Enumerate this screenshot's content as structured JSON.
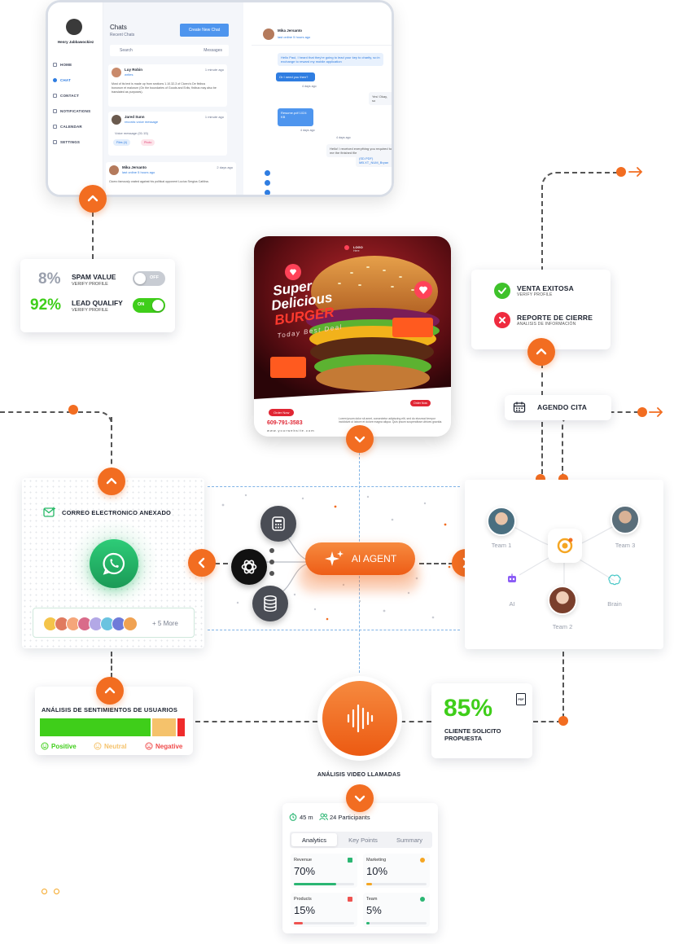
{
  "chat_app": {
    "user_name": "Henry Jabbawockiez",
    "nav": [
      "HOME",
      "CHAT",
      "CONTACT",
      "NOTIFICATIONS",
      "CALENDAR",
      "SETTINGS"
    ],
    "list_title": "Chats",
    "list_subtitle": "Recent Chats",
    "new_chat_button": "Create New Chat",
    "search_placeholder": "Search",
    "filter_label": "Messages",
    "chats": [
      {
        "name": "Luy Robin",
        "time": "1 minute ago",
        "sub": "writes",
        "preview": "Most of its text is made up from sections 1.10.32-3 of Cicero's De finibus bonorum et malorum (On the boundaries of Goods and Evils; finibus may also be translated as purposes)."
      },
      {
        "name": "Jared Sunn",
        "time": "1 minute ago",
        "sub": "records voice message",
        "preview": "Voice message (01:15)",
        "tags": [
          "Files (4)",
          "Photo"
        ]
      },
      {
        "name": "Mika Jersanto",
        "time": "2 days ago",
        "sub": "last online 5 hours ago",
        "preview": "Cicero famously orated against his political opponent Lucius Sergius Catilina."
      }
    ],
    "conversation": {
      "name": "Mika Jersanto",
      "status": "last online 5 hours ago",
      "messages": [
        {
          "text": "Hello Paul, I heard that they're going to lead your key to charity, so in exchange to reward my mobile application",
          "side": "in"
        },
        {
          "text": "Or I need you then?",
          "side": "out",
          "time": "4 days ago"
        },
        {
          "text": "Yes! Okay, so",
          "side": "in-right"
        },
        {
          "text": "Resume.pdf 1024 KB",
          "side": "file",
          "time": "4 days ago"
        },
        {
          "text": "Hello! I received everything you required to me the finished file",
          "side": "in-right",
          "time": "4 days ago"
        },
        {
          "text": "(SD.PDF) MB.XT_NUM_Bryan",
          "side": "file-right"
        }
      ]
    }
  },
  "spam_card": {
    "spam_value": "8%",
    "spam_label": "SPAM VALUE",
    "spam_sub": "VERIFY PROFILE",
    "spam_toggle": "OFF",
    "lead_value": "92%",
    "lead_label": "LEAD QUALIFY",
    "lead_sub": "VERIFY PROFILE",
    "lead_toggle": "ON"
  },
  "burger_ad": {
    "logo_line1": "LOGO",
    "logo_line2": "Here",
    "title1": "Super",
    "title2": "Delicious",
    "title3": "BURGER",
    "tagline": "Today Best Deal",
    "order_button": "Order Now",
    "phone": "609-791-3583",
    "website": "www.yourwebsite.com",
    "order_badge": "Order Now",
    "body_text": "Lorem ipsum dolor sit amet, consectetur adipiscing elit, sed do eiusmod tempor incididunt ut labore et dolore magna aliqua. Quis ipsum suspendisse ultrices gravida."
  },
  "venta_card": {
    "item1_title": "VENTA EXITOSA",
    "item1_sub": "VERIFY PROFILE",
    "item2_title": "REPORTE DE CIERRE",
    "item2_sub": "ANALISIS DE INFORMACIÓN"
  },
  "agenda_label": "AGENDO CITA",
  "whatsapp_card": {
    "title": "CORREO ELECTRONICO ANEXADO",
    "more_label": "+ 5 More"
  },
  "ai_agent_label": "AI AGENT",
  "team_card": {
    "team1": "Team 1",
    "team2": "Team 2",
    "team3": "Team 3",
    "ai": "AI",
    "brain": "Brain"
  },
  "sentiment": {
    "title": "ANÁLISIS DE SENTIMIENTOS DE USUARIOS",
    "positive": "Positive",
    "neutral": "Neutral",
    "negative": "Negative",
    "positive_share": 0.78,
    "neutral_share": 0.17,
    "negative_share": 0.05
  },
  "voice_label": "ANÁLISIS VIDEO LLAMADAS",
  "proposal": {
    "value": "85%",
    "label": "CLIENTE SOLICITO PROPUESTA",
    "file_icon_label": "PDF"
  },
  "analytics": {
    "duration": "45 m",
    "participants": "24 Participants",
    "tabs": [
      "Analytics",
      "Key Points",
      "Summary"
    ],
    "tiles": [
      {
        "label": "Revenue",
        "value": "70%",
        "fill": 0.7,
        "color": "#2bb673"
      },
      {
        "label": "Marketing",
        "value": "10%",
        "fill": 0.1,
        "color": "#f5a623"
      },
      {
        "label": "Products",
        "value": "15%",
        "fill": 0.15,
        "color": "#ef5350"
      },
      {
        "label": "Team",
        "value": "5%",
        "fill": 0.05,
        "color": "#2bb673"
      }
    ]
  },
  "colors": {
    "accent": "#f26d21",
    "positive": "#3fce1a",
    "neutral": "#f5c26b",
    "negative": "#ef2b2b",
    "whatsapp": "#25b866"
  }
}
